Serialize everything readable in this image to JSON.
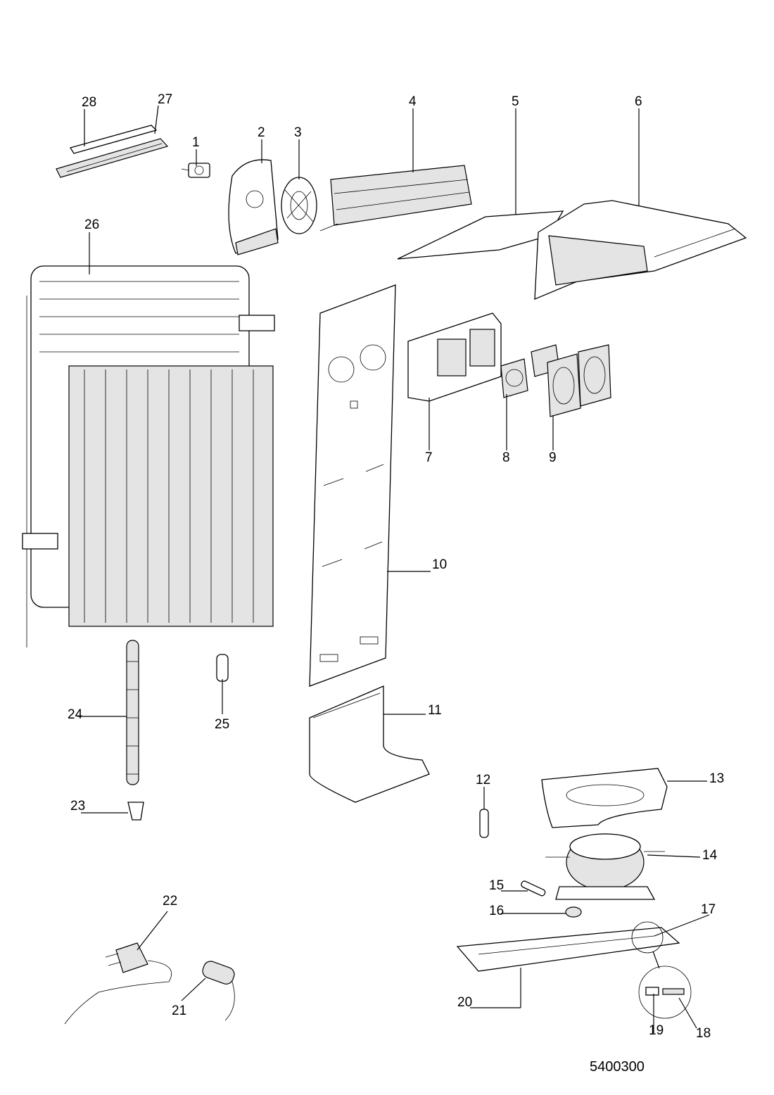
{
  "callouts": [
    "1",
    "2",
    "3",
    "4",
    "5",
    "6",
    "7",
    "8",
    "9",
    "10",
    "11",
    "12",
    "13",
    "14",
    "15",
    "16",
    "17",
    "18",
    "19",
    "20",
    "21",
    "22",
    "23",
    "24",
    "25",
    "26",
    "27",
    "28"
  ],
  "drawing_code": "5400300"
}
